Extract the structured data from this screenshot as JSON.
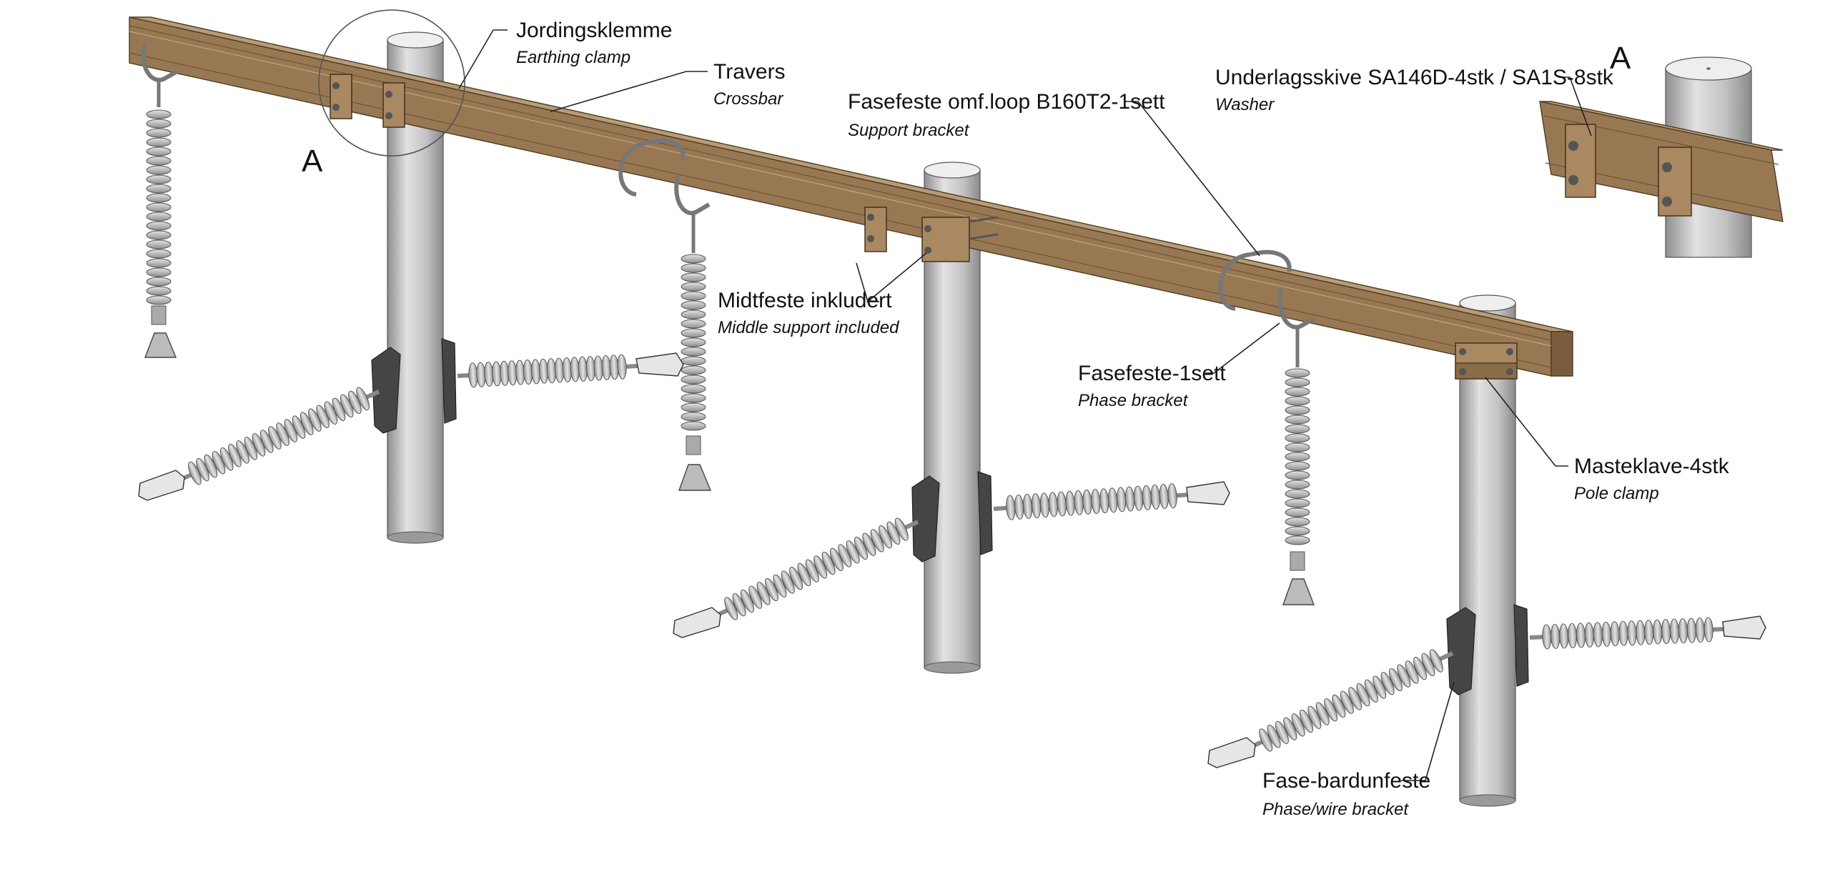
{
  "colors": {
    "crossbar": "#9a7b55",
    "crossbar_top": "#b69a74",
    "crossbar_dark": "#6f5535",
    "pole": "#c8c8c8",
    "pole_shade": "#9c9c9c",
    "insulator": "#bdbdbd",
    "bracket_dark": "#4a4a4a"
  },
  "labels": {
    "earthing_clamp": {
      "no": "Jordingsklemme",
      "en": "Earthing clamp"
    },
    "crossbar": {
      "no": "Travers",
      "en": "Crossbar"
    },
    "support_bracket": {
      "no": "Fasefeste omf.loop B160T2-1sett",
      "en": "Support bracket"
    },
    "washer": {
      "no": "Underlagsskive SA146D-4stk / SA1S-8stk",
      "en": "Washer"
    },
    "middle_support": {
      "no": "Midtfeste inkludert",
      "en": "Middle support included"
    },
    "phase_bracket": {
      "no": "Fasefeste-1sett",
      "en": "Phase bracket"
    },
    "pole_clamp": {
      "no": "Masteklave-4stk",
      "en": "Pole clamp"
    },
    "phase_wire_bracket": {
      "no": "Fase-bardunfeste",
      "en": "Phase/wire bracket"
    }
  },
  "detail_marker": "A",
  "detail_title": "A"
}
